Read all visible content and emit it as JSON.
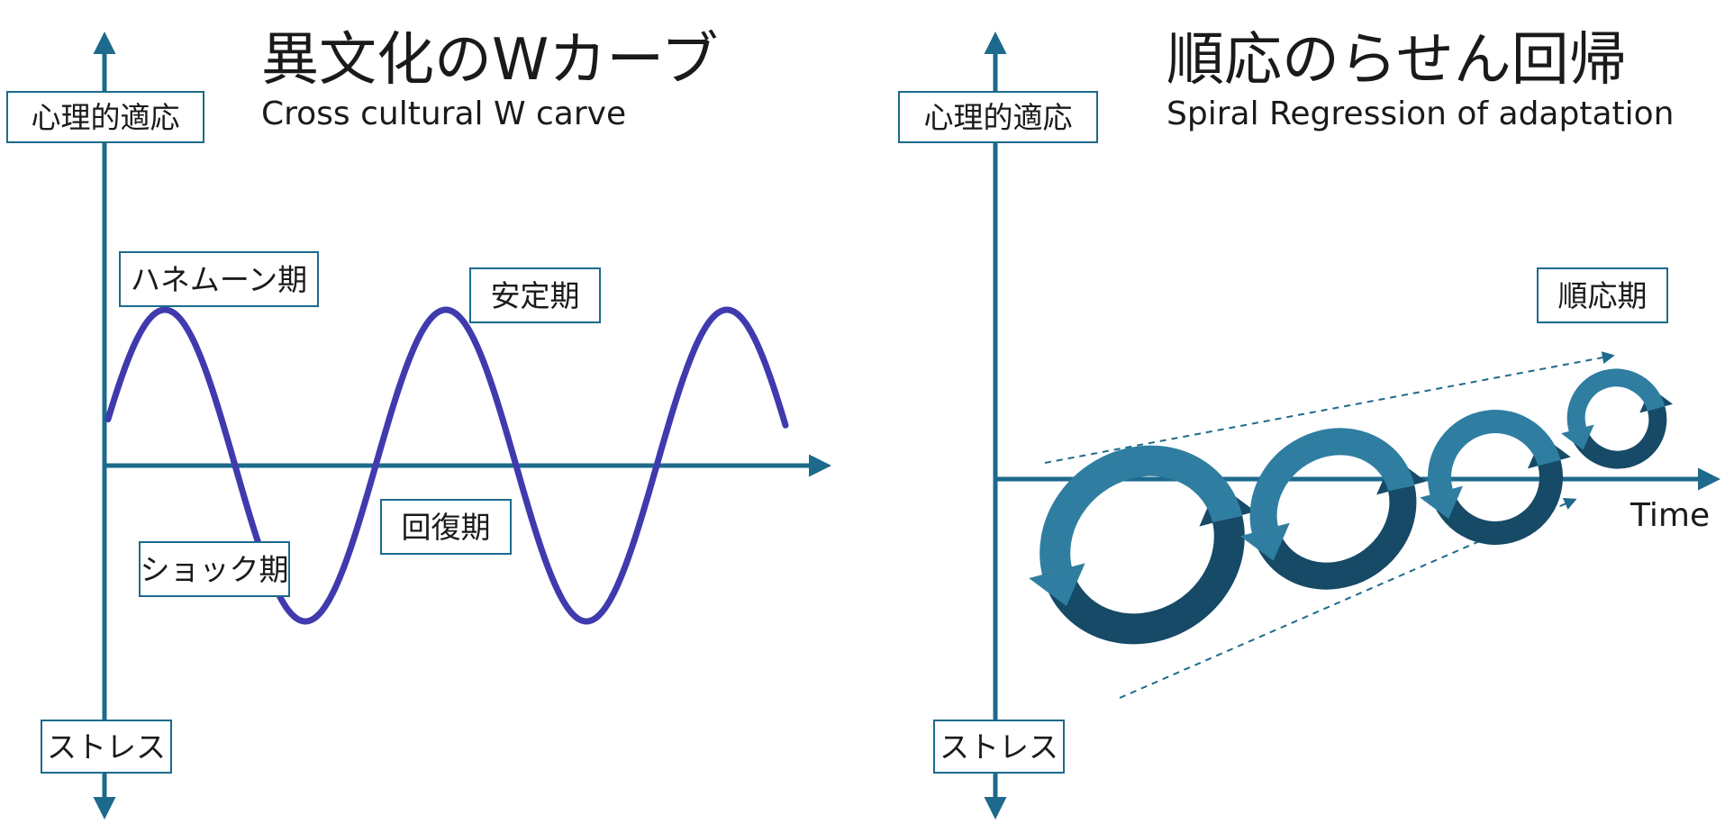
{
  "left_panel": {
    "title": "異文化のWカーブ",
    "subtitle": "Cross cultural  W carve",
    "y_top_label": "心理的適応",
    "y_bottom_label": "ストレス",
    "phase_labels": {
      "honeymoon": "ハネムーン期",
      "stable": "安定期",
      "recovery": "回復期",
      "shock": "ショック期"
    }
  },
  "right_panel": {
    "title": "順応のらせん回帰",
    "subtitle": "Spiral Regression  of adaptation",
    "y_top_label": "心理的適応",
    "y_bottom_label": "ストレス",
    "x_axis_label": "Time",
    "adaptation_label": "順応期"
  },
  "colors": {
    "axis": "#1d6a8c",
    "wave": "#3f3aae",
    "spiral_dark": "#164a66",
    "spiral_light": "#2f7ea1",
    "box_border": "#1d6a8c"
  }
}
